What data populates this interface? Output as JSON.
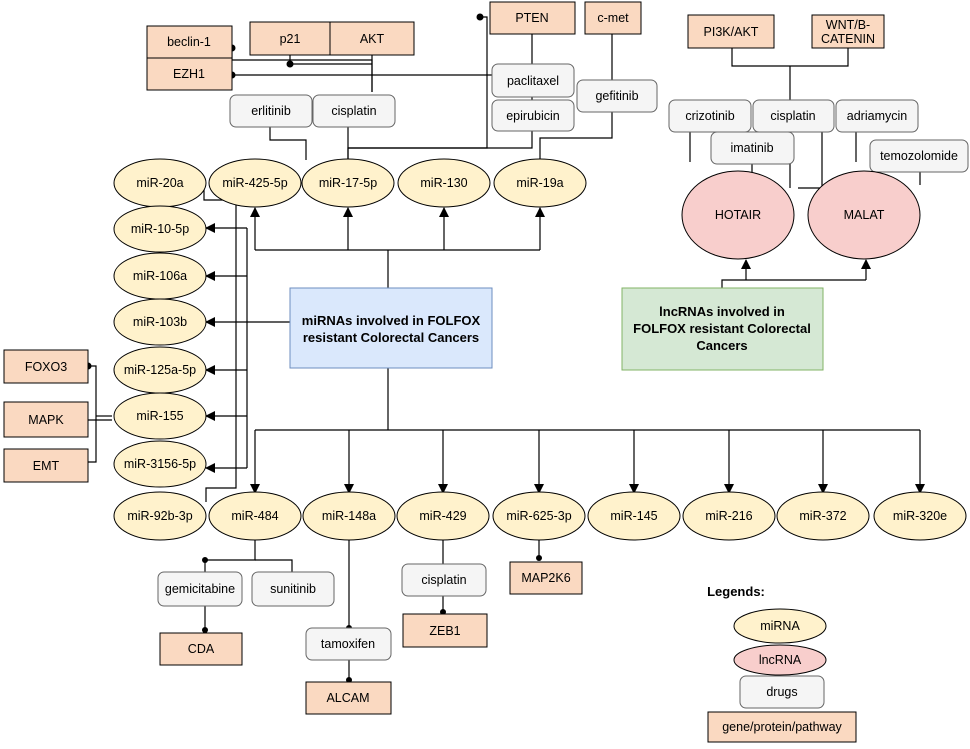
{
  "mirnas": {
    "m20a": "miR-20a",
    "m425": "miR-425-5p",
    "m17": "miR-17-5p",
    "m130": "miR-130",
    "m19a": "miR-19a",
    "m10": "miR-10-5p",
    "m106": "miR-106a",
    "m103": "miR-103b",
    "m125": "miR-125a-5p",
    "m155": "miR-155",
    "m3156": "miR-3156-5p",
    "m92": "miR-92b-3p",
    "m484": "miR-484",
    "m148": "miR-148a",
    "m429": "miR-429",
    "m625": "miR-625-3p",
    "m145": "miR-145",
    "m216": "miR-216",
    "m372": "miR-372",
    "m320": "miR-320e"
  },
  "lncrnas": {
    "hotair": "HOTAIR",
    "malat": "MALAT"
  },
  "drugs": {
    "erlitinib": "erlitinib",
    "cisplatin_top": "cisplatin",
    "paclitaxel": "paclitaxel",
    "epirubicin": "epirubicin",
    "gefitinib": "gefitinib",
    "crizotinib": "crizotinib",
    "cisplatin_right": "cisplatin",
    "imatinib": "imatinib",
    "adriamycin": "adriamycin",
    "temozolomide": "temozolomide",
    "gemicitabine": "gemicitabine",
    "sunitinib": "sunitinib",
    "tamoxifen": "tamoxifen",
    "cisplatin_bottom": "cisplatin"
  },
  "genes": {
    "beclin": "beclin-1",
    "ezh1": "EZH1",
    "p21": "p21",
    "akt": "AKT",
    "pten": "PTEN",
    "cmet": "c-met",
    "pi3k": "PI3K/AKT",
    "wnt1": "WNT/B-",
    "wnt2": "CATENIN",
    "foxo3": "FOXO3",
    "mapk": "MAPK",
    "emt": "EMT",
    "cda": "CDA",
    "alcam": "ALCAM",
    "zeb1": "ZEB1",
    "map2k6": "MAP2K6"
  },
  "center_mirna": [
    "miRNAs involved in FOLFOX",
    "resistant Colorectal Cancers"
  ],
  "center_lnc": [
    "lncRNAs involved in",
    "FOLFOX resistant Colorectal",
    "Cancers"
  ],
  "legend": {
    "title": "Legends:",
    "mirna": "miRNA",
    "lncrna": "lncRNA",
    "drugs": "drugs",
    "gene": "gene/protein/pathway"
  },
  "colors": {
    "mirna_fill": "#fff2cc",
    "lncrna_fill": "#f8cecc",
    "drug_fill": "#f5f5f5",
    "gene_fill": "#fad9c1",
    "mirna_box_fill": "#dae8fc",
    "lnc_box_fill": "#d5e8d4"
  }
}
